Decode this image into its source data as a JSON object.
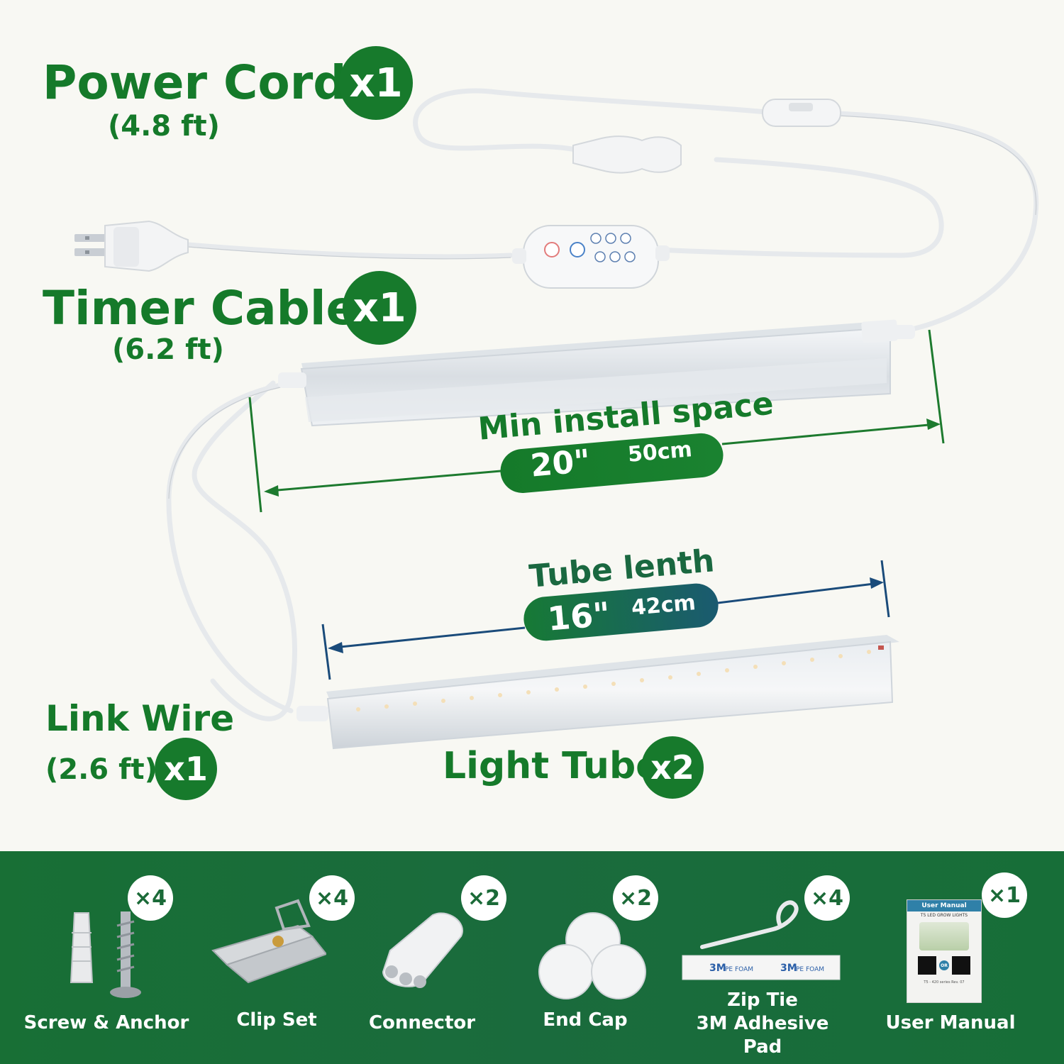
{
  "power_cord": {
    "title": "Power Cord",
    "qty": "x1",
    "length": "(4.8 ft)"
  },
  "timer_cable": {
    "title": "Timer Cable",
    "qty": "x1",
    "length": "(6.2 ft)"
  },
  "link_wire": {
    "title": "Link Wire",
    "qty": "x1",
    "length": "(2.6 ft)"
  },
  "light_tube": {
    "title": "Light Tube",
    "qty": "x2"
  },
  "min_install": {
    "label": "Min install space",
    "inches": "20\"",
    "cm": "50cm"
  },
  "tube_length": {
    "label": "Tube lenth",
    "inches": "16\"",
    "cm": "42cm"
  },
  "accessories": [
    {
      "label": "Screw & Anchor",
      "qty": "×4"
    },
    {
      "label": "Clip Set",
      "qty": "×4"
    },
    {
      "label": "Connector",
      "qty": "×2"
    },
    {
      "label": "End Cap",
      "qty": "×2"
    },
    {
      "label": "Zip Tie\n3M Adhesive Pad",
      "qty": "×4"
    },
    {
      "label": "User Manual",
      "qty": "×1"
    }
  ],
  "manual_cover": {
    "title": "User Manual",
    "subtitle": "T5 LED GROW LIGHTS",
    "or": "OR",
    "footer": "T5 - 420 series Rev. 07"
  },
  "pad_text": {
    "brand": "3M",
    "foam": "PE FOAM"
  },
  "colors": {
    "green": "#157a2a",
    "teal": "#1a5d6b",
    "band": "#1a6b3d"
  }
}
